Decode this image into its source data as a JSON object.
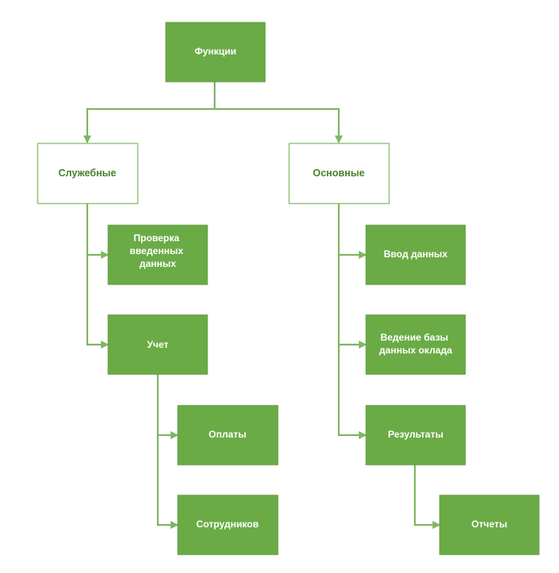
{
  "diagram": {
    "colors": {
      "node_fill": "#6aab46",
      "node_outline": "#7fb662",
      "connector": "#7fb662",
      "outline_text": "#4a7f2d"
    },
    "nodes": {
      "root": {
        "lines": [
          "Функции"
        ]
      },
      "service": {
        "lines": [
          "Служебные"
        ]
      },
      "main": {
        "lines": [
          "Основные"
        ]
      },
      "check": {
        "lines": [
          "Проверка",
          "введенных",
          "данных"
        ]
      },
      "account": {
        "lines": [
          "Учет"
        ]
      },
      "payments": {
        "lines": [
          "Оплаты"
        ]
      },
      "employees": {
        "lines": [
          "Сотрудников"
        ]
      },
      "input": {
        "lines": [
          "Ввод данных"
        ]
      },
      "database": {
        "lines": [
          "Ведение базы",
          "данных оклада"
        ]
      },
      "results": {
        "lines": [
          "Результаты"
        ]
      },
      "reports": {
        "lines": [
          "Отчеты"
        ]
      }
    }
  }
}
